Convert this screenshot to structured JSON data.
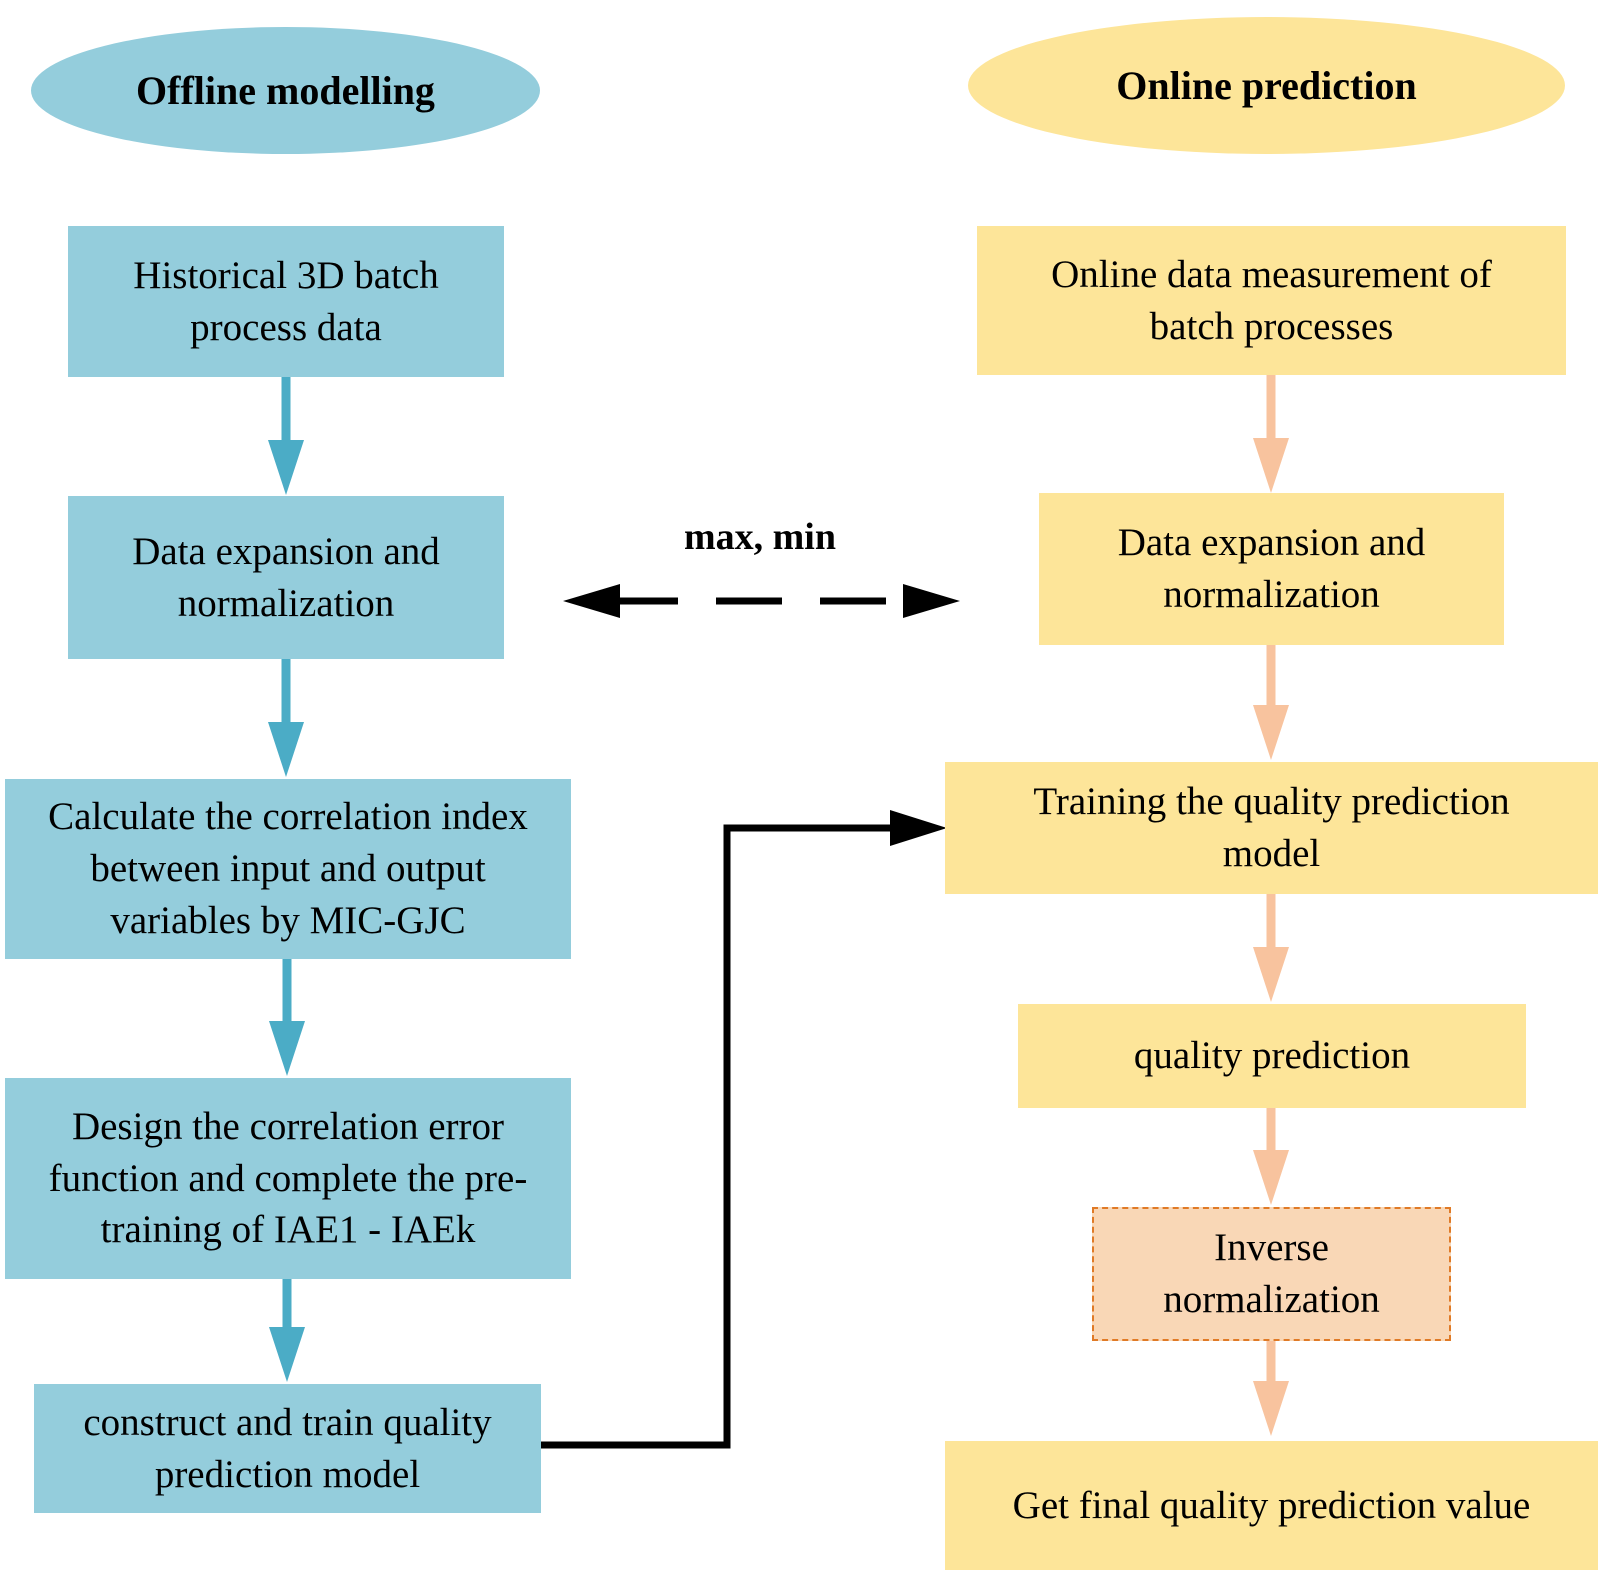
{
  "offline": {
    "title": "Offline modelling",
    "steps": [
      "Historical 3D batch process data",
      "Data expansion  and normalization",
      "Calculate the correlation index between input and output variables by MIC-GJC",
      "Design the correlation error function and complete the pre-training of IAE1 - IAEk",
      "construct  and  train quality prediction model"
    ]
  },
  "online": {
    "title": "Online prediction",
    "steps": [
      "Online data measurement of batch processes",
      "Data expansion  and normalization",
      "Training the quality prediction model",
      "quality prediction",
      "Inverse normalization",
      "Get final quality prediction value"
    ]
  },
  "connector": {
    "label": "max, min"
  },
  "colors": {
    "offline_fill": "#94cddc",
    "offline_arrow": "#4bacc6",
    "online_fill": "#fde599",
    "online_arrow": "#f8c39e",
    "inverse_fill": "#f9d7b6",
    "inverse_border": "#e07a26"
  }
}
